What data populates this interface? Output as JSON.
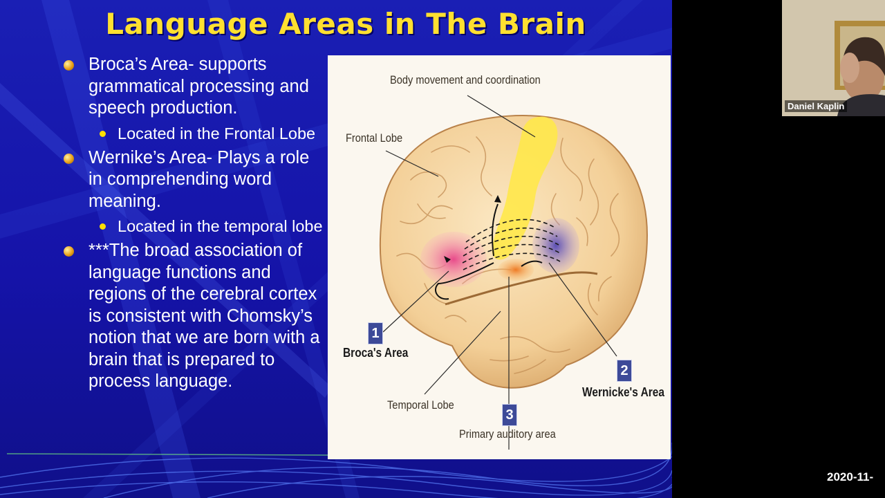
{
  "slide": {
    "title": "Language Areas in The Brain",
    "bullets": [
      {
        "text": "Broca’s Area- supports grammatical processing and speech production.",
        "sub": "Located in the Frontal Lobe"
      },
      {
        "text": "Wernike’s Area- Plays a role in comprehending word meaning.",
        "sub": "Located in the temporal lobe"
      },
      {
        "text": "***The broad association of language functions and regions of the cerebral cortex is consistent with Chomsky’s notion that we are born with a brain that is prepared to process language.",
        "sub": ""
      }
    ],
    "theme_colors": {
      "background": "#1513a8",
      "title": "#ffe030",
      "body_text": "#ffffff"
    }
  },
  "diagram": {
    "labels": {
      "body_movement": "Body movement and coordination",
      "frontal_lobe": "Frontal Lobe",
      "brocas_area": "Broca's Area",
      "wernickes_area": "Wernicke's Area",
      "temporal_lobe": "Temporal Lobe",
      "primary_auditory": "Primary auditory area"
    },
    "markers": {
      "one": "1",
      "two": "2",
      "three": "3"
    },
    "region_colors": {
      "motor": "#ffe84a",
      "broca": "#f06fa0",
      "wernicke": "#8a6ab8",
      "auditory": "#f29a3c",
      "cortex": "#f6d8a6"
    }
  },
  "video": {
    "participant_name": "Daniel Kaplin"
  },
  "timestamp": "2020-11-"
}
